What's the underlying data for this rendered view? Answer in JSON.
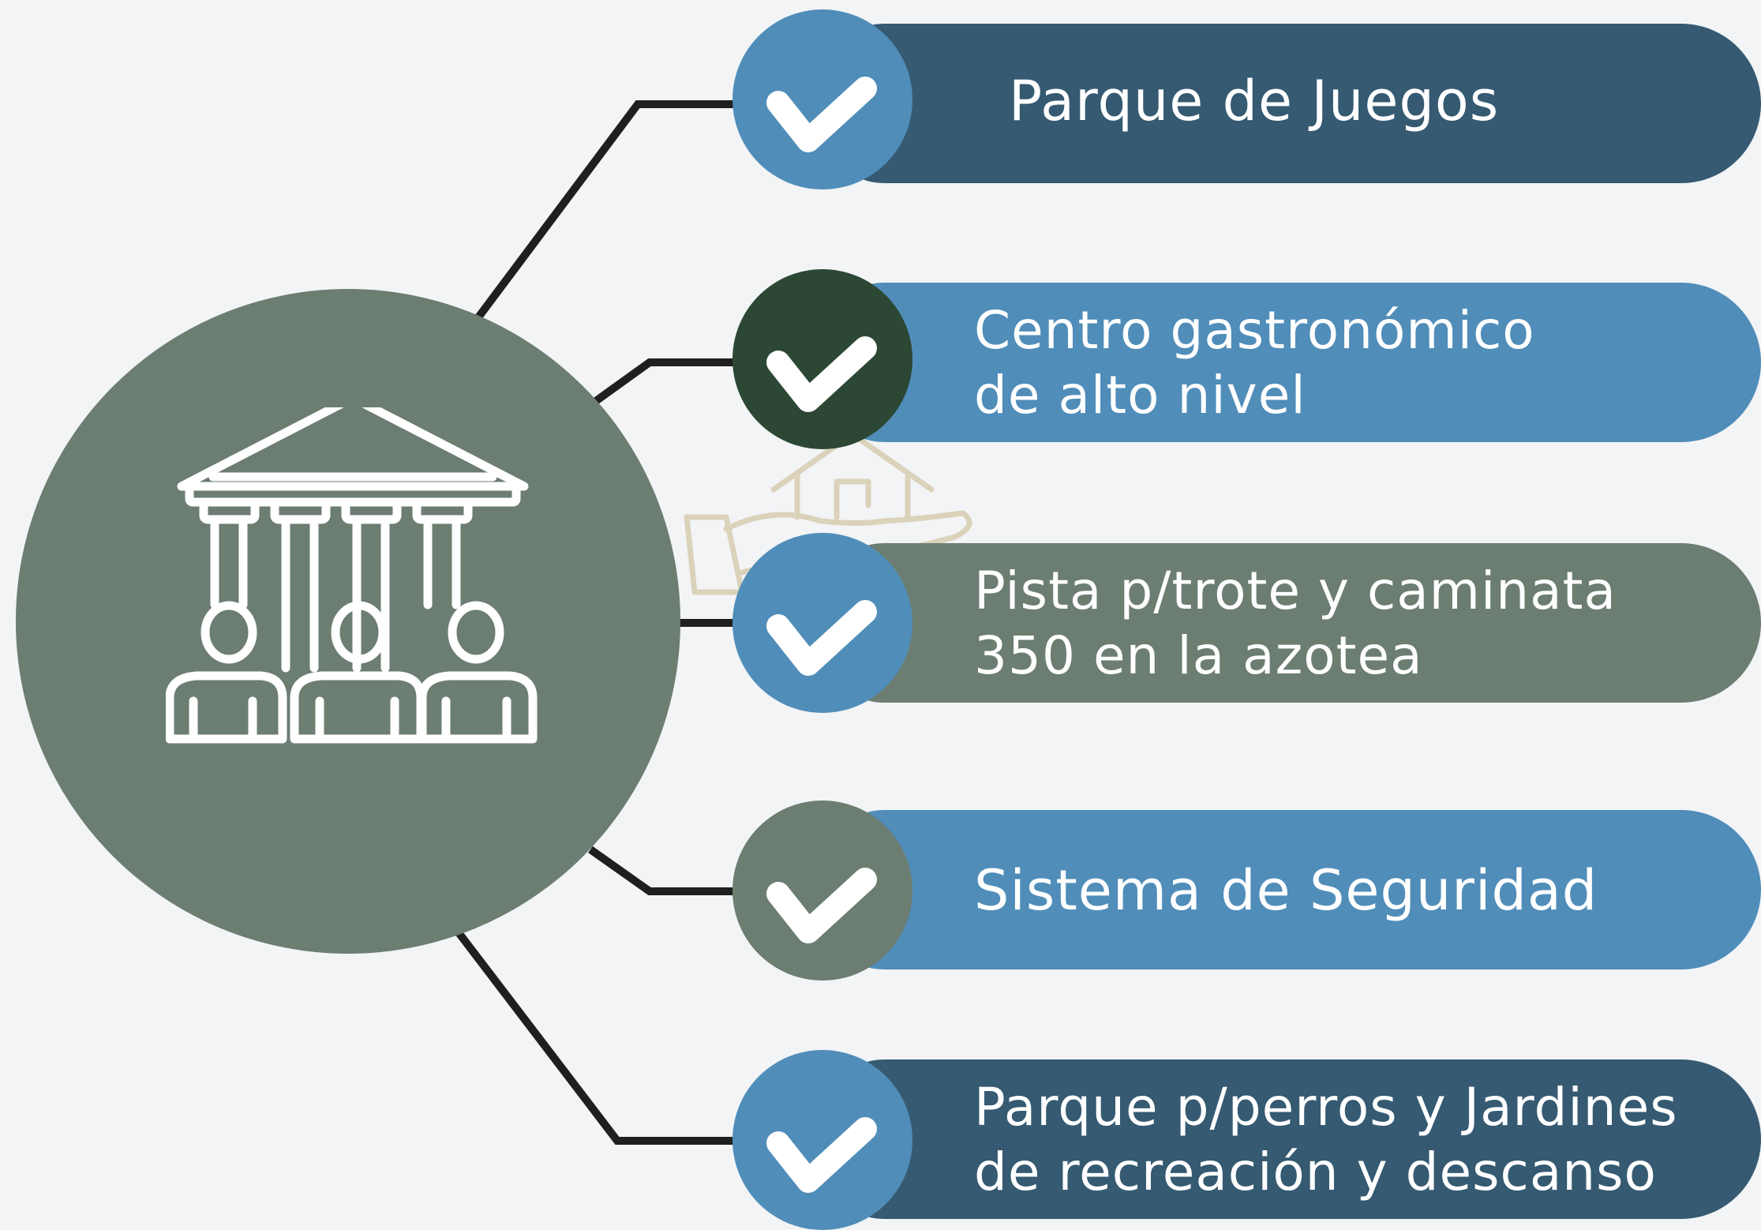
{
  "colors": {
    "background": "#f2f4f6",
    "navy": "#355a72",
    "blue": "#508db9",
    "sage": "#6c7d72",
    "forest": "#2c4733",
    "connector": "#1f1f1f",
    "watermark": "#c9b88a"
  },
  "hub": {
    "icon": "museum-community-icon",
    "color": "#6c7d72"
  },
  "items": [
    {
      "id": "parque-juegos",
      "lines": [
        "Parque de Juegos"
      ],
      "pill_color": "#355a72",
      "badge_color": "#508db9",
      "icon": "check-icon"
    },
    {
      "id": "centro-gastronomico",
      "lines": [
        "Centro gastronómico",
        "de alto nivel"
      ],
      "pill_color": "#508db9",
      "badge_color": "#2c4733",
      "icon": "check-icon"
    },
    {
      "id": "pista-trote",
      "lines": [
        "Pista p/trote y caminata",
        "350 en la azotea"
      ],
      "pill_color": "#6c7d72",
      "badge_color": "#508db9",
      "icon": "check-icon"
    },
    {
      "id": "sistema-seguridad",
      "lines": [
        "Sistema de Seguridad"
      ],
      "pill_color": "#508db9",
      "badge_color": "#6c7d72",
      "icon": "check-icon"
    },
    {
      "id": "parque-perros",
      "lines": [
        "Parque p/perros y Jardines",
        "de recreación y descanso"
      ],
      "pill_color": "#355a72",
      "badge_color": "#508db9",
      "icon": "check-icon"
    }
  ],
  "watermark_icon": "house-in-hand-icon"
}
